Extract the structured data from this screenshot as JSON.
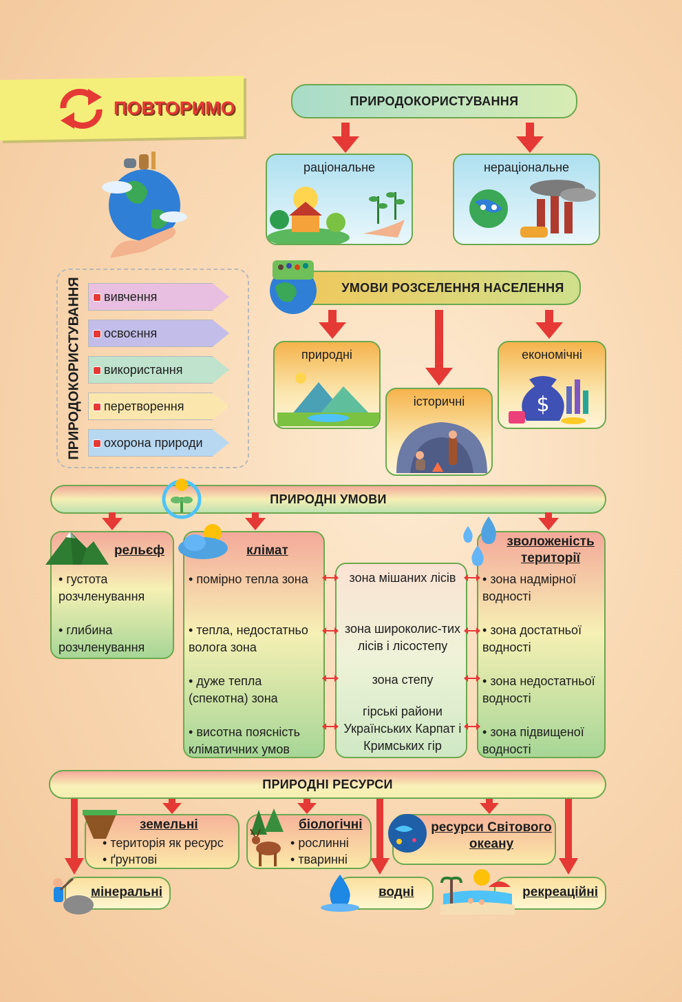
{
  "banner": {
    "label": "ПОВТОРИМО"
  },
  "colors": {
    "green_border": "#6aa84f",
    "red_arrow": "#e53935",
    "banner_yellow": "#f4ef7a"
  },
  "top": {
    "title": "ПРИРОДОКОРИСТУВАННЯ",
    "left": "раціональне",
    "right": "нераціональне"
  },
  "activities": {
    "vertical_label": "ПРИРОДОКОРИСТУВАННЯ",
    "items": [
      "вивчення",
      "освоєння",
      "використання",
      "перетворення",
      "охорона природи"
    ]
  },
  "settlement": {
    "title": "УМОВИ РОЗСЕЛЕННЯ НАСЕЛЕННЯ",
    "natural": "природні",
    "historical": "історичні",
    "economic": "економічні"
  },
  "conditions": {
    "title": "ПРИРОДНІ УМОВИ",
    "relief": {
      "title": "рельєф",
      "items": [
        "густота розчленування",
        "глибина розчленування"
      ]
    },
    "climate": {
      "title": "клімат",
      "items": [
        "помірно тепла зона",
        "тепла, недостатньо волога зона",
        "дуже тепла (спекотна) зона",
        "висотна поясність кліматичних умов"
      ]
    },
    "zones": [
      "зона мішаних лісів",
      "зона широколис-тих лісів і лісостепу",
      "зона степу",
      "гірські райони Українських Карпат і Кримських гір"
    ],
    "moisture": {
      "title": "зволоженість території",
      "items": [
        "зона надмірної водності",
        "зона достатньої водності",
        "зона недостатньої водності",
        "зона підвищеної водності"
      ]
    }
  },
  "resources": {
    "title": "ПРИРОДНІ РЕСУРСИ",
    "land": {
      "title": "земельні",
      "items": [
        "територія як ресурс",
        "ґрунтові"
      ]
    },
    "bio": {
      "title": "біологічні",
      "items": [
        "рослинні",
        "тваринні"
      ]
    },
    "ocean": {
      "title": "ресурси Світового океану"
    },
    "mineral": "мінеральні",
    "water": "водні",
    "recreation": "рекреаційні"
  }
}
